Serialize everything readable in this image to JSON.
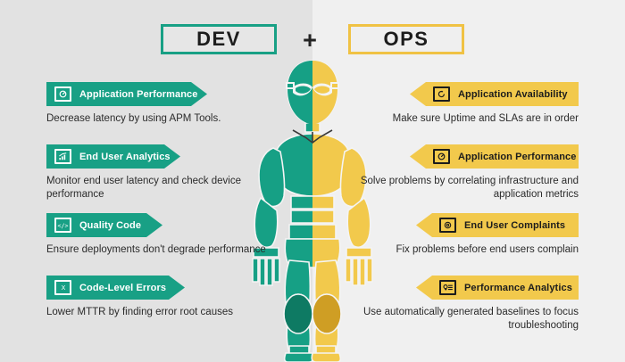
{
  "theme": {
    "green": "#18a085",
    "green_dark": "#0e7a63",
    "yellow": "#f2c94c",
    "yellow_dark": "#cf9e24",
    "bg_left": "#e2e2e2",
    "bg_right": "#f0f0f0",
    "text_dark": "#2b2b2b"
  },
  "header": {
    "dev_label": "DEV",
    "plus_label": "+",
    "ops_label": "OPS"
  },
  "figure": {
    "alt": "split-color android figure, green left half and yellow right half"
  },
  "dev_items": [
    {
      "icon": "gauge-icon",
      "title": "Application Performance",
      "desc": "Decrease latency by using APM Tools."
    },
    {
      "icon": "bar-chart-icon",
      "title": "End User Analytics",
      "desc": "Monitor end user latency and check device performance"
    },
    {
      "icon": "code-brackets-icon",
      "title": "Quality Code",
      "desc": "Ensure deployments don't degrade performance"
    },
    {
      "icon": "x-error-icon",
      "title": "Code-Level Errors",
      "desc": "Lower MTTR by finding error root causes"
    }
  ],
  "ops_items": [
    {
      "icon": "refresh-icon",
      "title": "Application Availability",
      "desc": "Make sure Uptime and SLAs are in order"
    },
    {
      "icon": "gauge-icon",
      "title": "Application Performance",
      "desc": "Solve problems by correlating infrastructure and application metrics"
    },
    {
      "icon": "at-sign-icon",
      "title": "End User Complaints",
      "desc": "Fix problems before end users complain"
    },
    {
      "icon": "analytics-list-icon",
      "title": "Performance Analytics",
      "desc": "Use automatically generated baselines to focus troubleshooting"
    }
  ]
}
